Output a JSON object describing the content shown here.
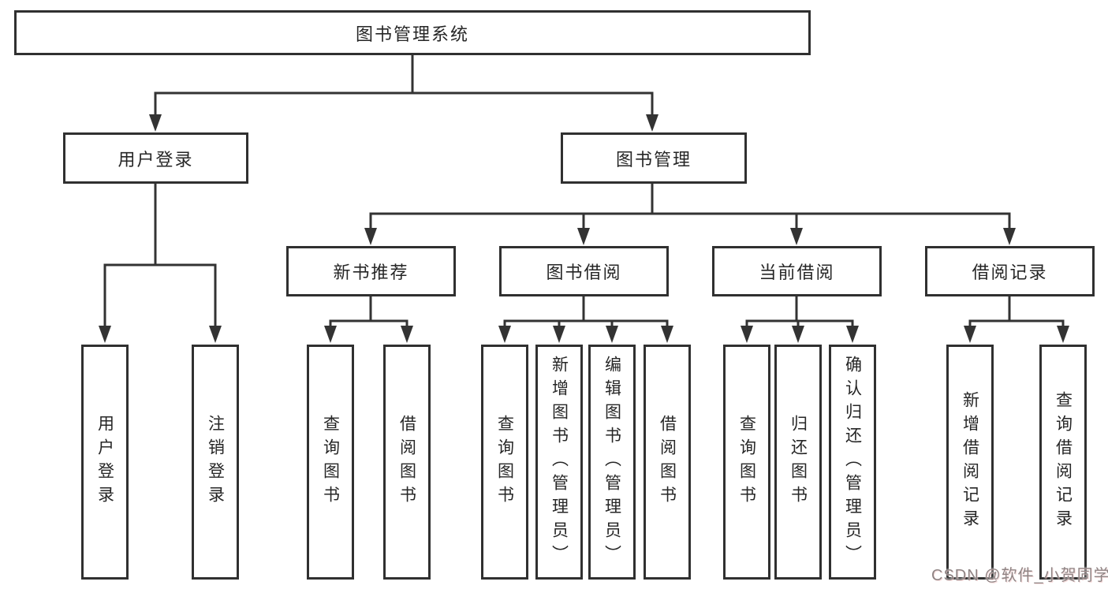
{
  "diagram": {
    "root": {
      "label": "图书管理系统"
    },
    "level2": [
      {
        "label": "用户登录"
      },
      {
        "label": "图书管理"
      }
    ],
    "level3": [
      {
        "label": "新书推荐",
        "parent": "图书管理"
      },
      {
        "label": "图书借阅",
        "parent": "图书管理"
      },
      {
        "label": "当前借阅",
        "parent": "图书管理"
      },
      {
        "label": "借阅记录",
        "parent": "图书管理"
      }
    ],
    "leaves": [
      {
        "label": "用户登录",
        "parent": "用户登录"
      },
      {
        "label": "注销登录",
        "parent": "用户登录"
      },
      {
        "label": "查询图书",
        "parent": "新书推荐"
      },
      {
        "label": "借阅图书",
        "parent": "新书推荐"
      },
      {
        "label": "查询图书",
        "parent": "图书借阅"
      },
      {
        "label": "新增图书（管理员）",
        "parent": "图书借阅"
      },
      {
        "label": "编辑图书（管理员）",
        "parent": "图书借阅"
      },
      {
        "label": "借阅图书",
        "parent": "图书借阅"
      },
      {
        "label": "查询图书",
        "parent": "当前借阅"
      },
      {
        "label": "归还图书",
        "parent": "当前借阅"
      },
      {
        "label": "确认归还（管理员）",
        "parent": "当前借阅"
      },
      {
        "label": "新增借阅记录",
        "parent": "借阅记录"
      },
      {
        "label": "查询借阅记录",
        "parent": "借阅记录"
      }
    ]
  },
  "watermark": {
    "text": "CSDN @软件_小贺同学"
  },
  "colors": {
    "line": "#333333",
    "box_border": "#303030",
    "box_fill": "#ffffff",
    "text": "#262626",
    "watermark": "#8f8484",
    "background": "#ffffff"
  }
}
